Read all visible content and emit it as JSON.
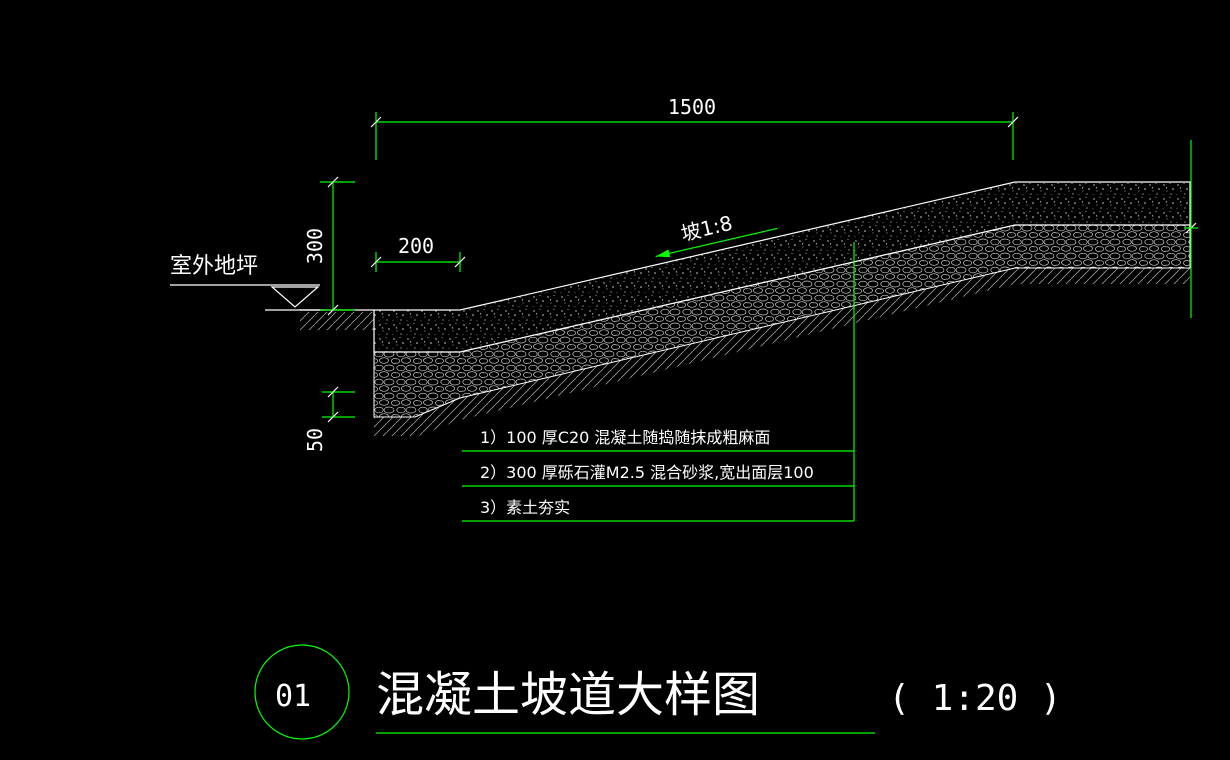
{
  "drawing": {
    "title": "混凝土坡道大样图",
    "scale": "( 1:20 )",
    "detail_number": "01",
    "colors": {
      "background": "#000000",
      "dimension": "#00ff00",
      "outline": "#ffffff",
      "hatch": "#bdbdbd"
    }
  },
  "dimensions": {
    "overall_length": "1500",
    "landing_length": "200",
    "height": "300",
    "base": "50"
  },
  "labels": {
    "ground": "室外地坪",
    "slope": "坡1:8"
  },
  "layers": [
    "1）100  厚C20  混凝土随捣随抹成粗麻面",
    "2）300  厚砾石灌M2.5  混合砂浆,宽出面层100",
    "3）素土夯实"
  ]
}
